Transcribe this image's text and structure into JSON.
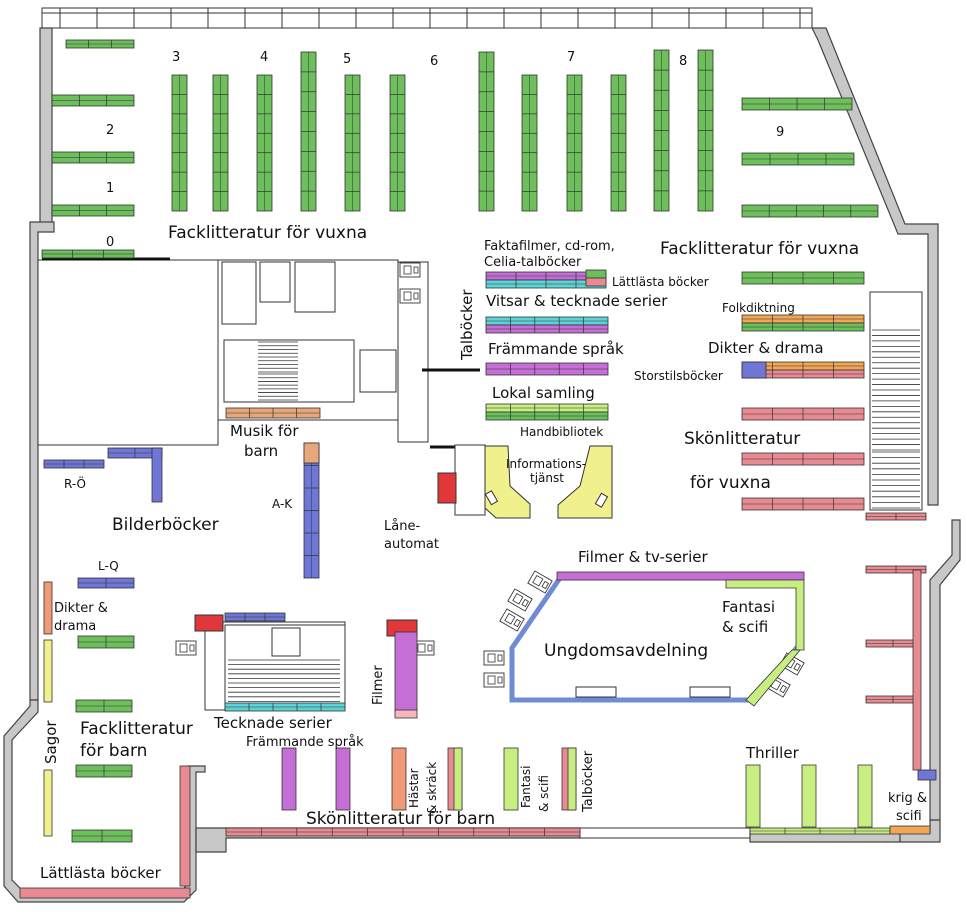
{
  "colors": {
    "green": "#6cbf5a",
    "pink": "#e88a92",
    "purple": "#c56fd6",
    "cyan": "#5cd3d6",
    "blue": "#6f76d6",
    "orange": "#f3a756",
    "yellow": "#f0f08c",
    "lightgreen": "#c8ee82",
    "salmon": "#f09a78",
    "red": "#e0383a",
    "lightpink": "#f5b6bf",
    "tan": "#e8a77a"
  },
  "shelf_numbers": [
    "0",
    "1",
    "2",
    "3",
    "4",
    "5",
    "6",
    "7",
    "8",
    "9"
  ],
  "labels": {
    "fack_vuxna_left": "Facklitteratur för vuxna",
    "fack_vuxna_right": "Facklitteratur för vuxna",
    "faktafilmer": "Faktafilmer, cd-rom,",
    "celia": "Celia-talböcker",
    "lattlasta_top": "Lättlästa böcker",
    "talbocker_vertical": "Talböcker",
    "vitsar": "Vitsar & tecknade serier",
    "frammande_vuxna": "Främmande språk",
    "lokal_samling": "Lokal samling",
    "handbibliotek": "Handbibliotek",
    "folkdiktning": "Folkdiktning",
    "dikter_drama": "Dikter & drama",
    "storstil": "Storstilsböcker",
    "skon_vuxna_1": "Skönlitteratur",
    "skon_vuxna_2": "för vuxna",
    "musik_1": "Musik för",
    "musik_2": "barn",
    "a_k": "A-K",
    "r_o": "R-Ö",
    "bilderbocker": "Bilderböcker",
    "info_1": "Informations-",
    "info_2": "tjänst",
    "lane_1": "Låne-",
    "lane_2": "automat",
    "filmer_tv": "Filmer & tv-serier",
    "fantasi_1": "Fantasi",
    "fantasi_2": "& scifi",
    "ungdom": "Ungdomsavdelning",
    "l_q": "L-Q",
    "dikter_barn_1": "Dikter &",
    "dikter_barn_2": "drama",
    "filmer_v": "Filmer",
    "tecknade": "Tecknade serier",
    "frammande_barn": "Främmande språk",
    "fack_barn_1": "Facklitteratur",
    "fack_barn_2": "för barn",
    "sagor": "Sagor",
    "hastar_1": "Hästar",
    "hastar_2": "& skräck",
    "fantasi_barn_1": "Fantasi",
    "fantasi_barn_2": "& scifi",
    "talbocker_barn": "Talböcker",
    "thriller": "Thriller",
    "krig_1": "krig &",
    "krig_2": "scifi",
    "skon_barn": "Skönlitteratur för barn",
    "lattlasta_bottom": "Lättlästa böcker"
  }
}
